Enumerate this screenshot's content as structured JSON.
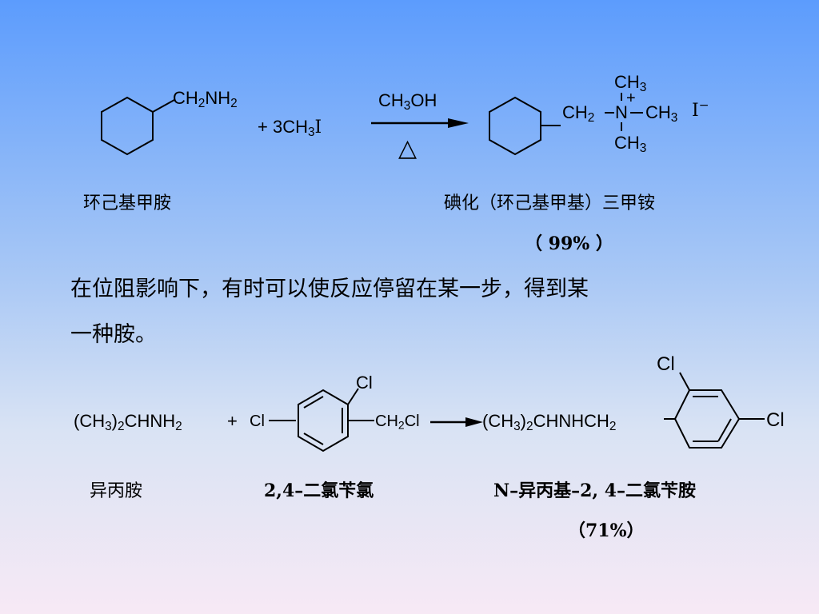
{
  "reaction1": {
    "reactant_amine": {
      "base": "CH",
      "sub1": "2",
      "mid": "NH",
      "sub2": "2"
    },
    "reagent": {
      "prefix": "+ 3CH",
      "sub": "3",
      "suffix": "I"
    },
    "solvent": {
      "base": "CH",
      "sub": "3",
      "suffix": "OH"
    },
    "heat_symbol": "△",
    "product": {
      "top_methyl": {
        "base": "CH",
        "sub": "3"
      },
      "bottom_methyl": {
        "base": "CH",
        "sub": "3"
      },
      "ch2": {
        "base": "CH",
        "sub": "2"
      },
      "nitrogen": "N",
      "plus": "+",
      "right_methyl": {
        "base": "CH",
        "sub": "3"
      },
      "counter_ion": "I",
      "counter_charge": "−"
    },
    "reactant_name": "环己基甲胺",
    "product_name": "碘化（环己基甲基）三甲铵",
    "yield": "（ 99% ）"
  },
  "paragraph": {
    "line1": "在位阻影响下，有时可以使反应停留在某一步，得到某",
    "line2": "一种胺。"
  },
  "reaction2": {
    "amine": {
      "p1": "(CH",
      "s1": "3",
      "p2": ")",
      "s2": "2",
      "p3": "CHNH",
      "s3": "2"
    },
    "plus": "+",
    "cl_left": "Cl",
    "cl_top": "Cl",
    "ch2cl": {
      "base": "CH",
      "sub": "2",
      "suffix": "Cl"
    },
    "product": {
      "p1": "(CH",
      "s1": "3",
      "p2": ")",
      "s2": "2",
      "p3": "CHNHCH",
      "s3": "2"
    },
    "product_cl_top": "Cl",
    "product_cl_right": "Cl",
    "names": {
      "amine": "异丙胺",
      "halide": "2,4–二氯苄氯",
      "product": "N–异丙基–2, 4–二氯苄胺"
    },
    "yield": "（71%）"
  }
}
